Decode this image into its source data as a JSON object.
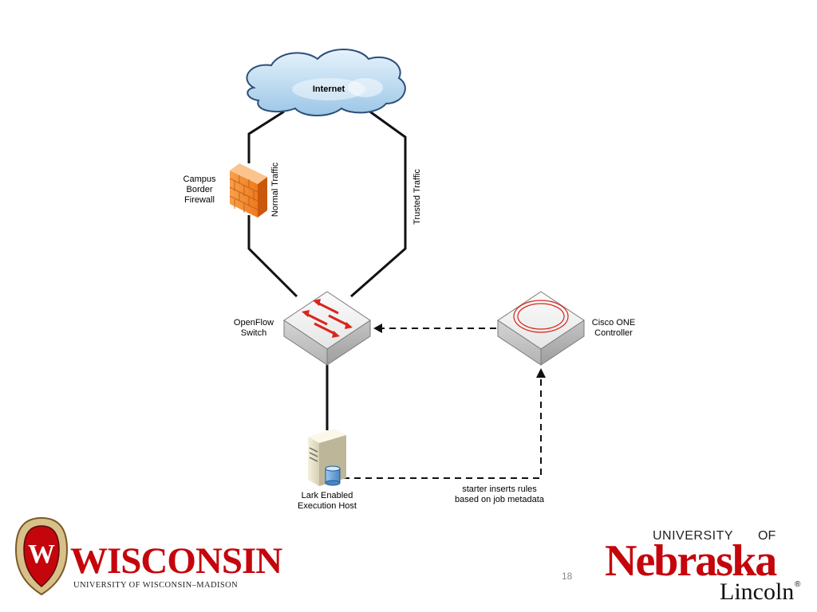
{
  "diagram": {
    "cloud_label": "Internet",
    "firewall_label": [
      "Campus",
      "Border",
      "Firewall"
    ],
    "normal_traffic_label": "Normal Traffic",
    "trusted_traffic_label": "Trusted Traffic",
    "switch_label": [
      "OpenFlow",
      "Switch"
    ],
    "controller_label": [
      "Cisco ONE",
      "Controller"
    ],
    "host_label": [
      "Lark Enabled",
      "Execution Host"
    ],
    "rules_note": [
      "starter inserts rules",
      "based on job metadata"
    ]
  },
  "slide": {
    "page_number": "18"
  },
  "logos": {
    "uw_crest_letter": "W",
    "uw_name": "WISCONSIN",
    "uw_subtitle": "UNIVERSITY OF WISCONSIN–MADISON",
    "unl_university": "UNIVERSITY",
    "unl_of": "OF",
    "unl_name": "Nebraska",
    "unl_campus": "Lincoln",
    "unl_registered": "®"
  },
  "colors": {
    "accent_red": "#c5050c",
    "firewall_orange": "#f07a1a",
    "cloud_blue": "#b9d8ef",
    "device_gray": "#d9d9d9",
    "arrow_red": "#d9261c"
  }
}
